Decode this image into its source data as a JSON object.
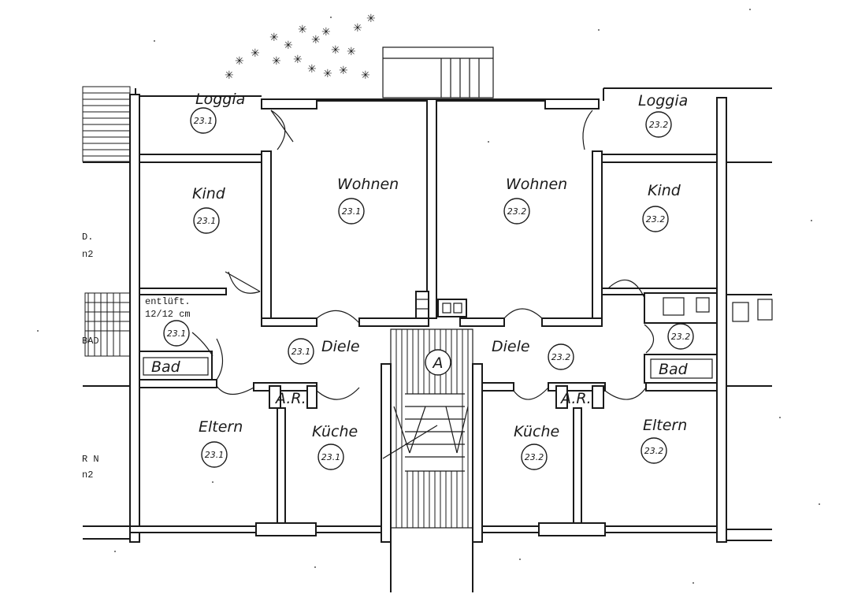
{
  "rooms": {
    "loggia_left": {
      "name": "Loggia",
      "unit": "23.1"
    },
    "loggia_right": {
      "name": "Loggia",
      "unit": "23.2"
    },
    "kind_left": {
      "name": "Kind",
      "unit": "23.1"
    },
    "kind_right": {
      "name": "Kind",
      "unit": "23.2"
    },
    "wohnen_left": {
      "name": "Wohnen",
      "unit": "23.1"
    },
    "wohnen_right": {
      "name": "Wohnen",
      "unit": "23.2"
    },
    "bad_left": {
      "name": "Bad",
      "unit": "23.1"
    },
    "bad_right": {
      "name": "Bad",
      "unit": "23.2"
    },
    "diele_left": {
      "name": "Diele",
      "unit": "23.1"
    },
    "diele_right": {
      "name": "Diele",
      "unit": "23.2"
    },
    "ar_left": {
      "name": "A.R."
    },
    "ar_right": {
      "name": "A.R."
    },
    "eltern_left": {
      "name": "Eltern",
      "unit": "23.1"
    },
    "eltern_right": {
      "name": "Eltern",
      "unit": "23.2"
    },
    "kueche_left": {
      "name": "Küche",
      "unit": "23.1"
    },
    "kueche_right": {
      "name": "Küche",
      "unit": "23.2"
    }
  },
  "stair_marker": "A",
  "vent_note": {
    "line1": "entlüft.",
    "line2": "12/12 cm"
  },
  "edge_fragments": {
    "left_top": "D.",
    "left_top_2": "n2",
    "left_bad": "BAD",
    "left_bottom": "R N",
    "left_bottom_2": "n2"
  }
}
